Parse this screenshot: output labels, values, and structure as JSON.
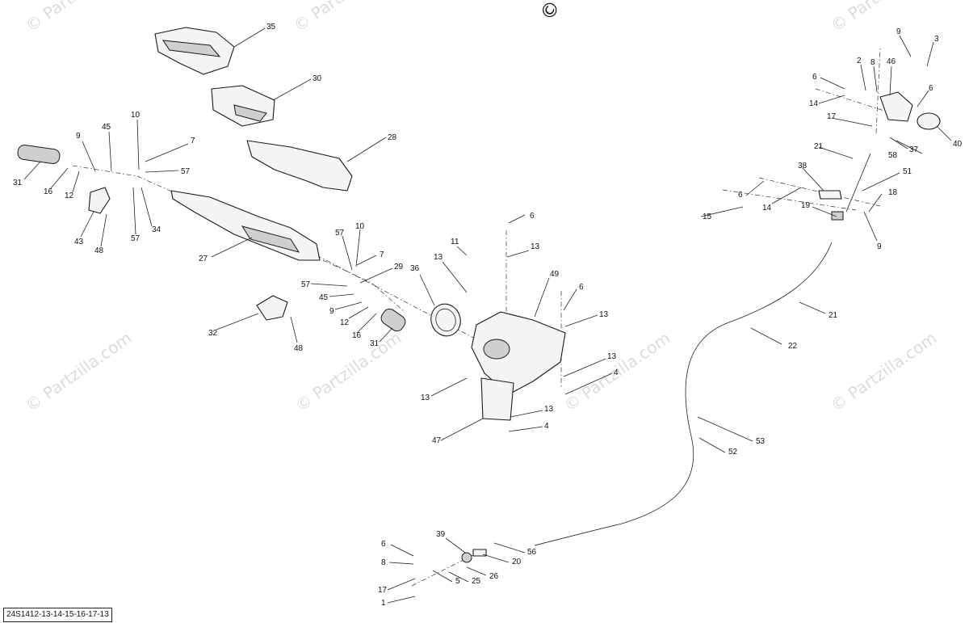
{
  "watermark_text": "© Partzilla.com",
  "copyright_text": "© Partzilla.com",
  "diagram_code": "24S1412-13-14-15-16-17-13",
  "callouts": {
    "c35": "35",
    "c30": "30",
    "c28": "28",
    "c10a": "10",
    "c45": "45",
    "c9a": "9",
    "c7a": "7",
    "c57a": "57",
    "c31a": "31",
    "c16a": "16",
    "c12a": "12",
    "c43": "43",
    "c48a": "48",
    "c57b": "57",
    "c34": "34",
    "c27": "27",
    "c10b": "10",
    "c57c": "57",
    "c7b": "7",
    "c29": "29",
    "c57d": "57",
    "c45b": "45",
    "c9b": "9",
    "c12b": "12",
    "c16b": "16",
    "c31b": "31",
    "c32": "32",
    "c48b": "48",
    "c36": "36",
    "c11": "11",
    "c13a": "13",
    "c6a": "6",
    "c13b": "13",
    "c49": "49",
    "c6b": "6",
    "c13c": "13",
    "c13d": "13",
    "c4a": "4",
    "c13e": "13",
    "c13f": "13",
    "c4b": "4",
    "c47": "47",
    "c9c": "9",
    "c3": "3",
    "c2": "2",
    "c8a": "8",
    "c46": "46",
    "c6c": "6",
    "c14a": "14",
    "c6d": "6",
    "c17a": "17",
    "c37": "37",
    "c40": "40",
    "c58": "58",
    "c21a": "21",
    "c38": "38",
    "c51": "51",
    "c6e": "6",
    "c14b": "14",
    "c19": "19",
    "c15": "15",
    "c18": "18",
    "c9d": "9",
    "c21b": "21",
    "c22": "22",
    "c53": "53",
    "c52": "52",
    "c6f": "6",
    "c8b": "8",
    "c17b": "17",
    "c1": "1",
    "c39": "39",
    "c56": "56",
    "c20": "20",
    "c26": "26",
    "c25": "25",
    "c5": "5"
  }
}
